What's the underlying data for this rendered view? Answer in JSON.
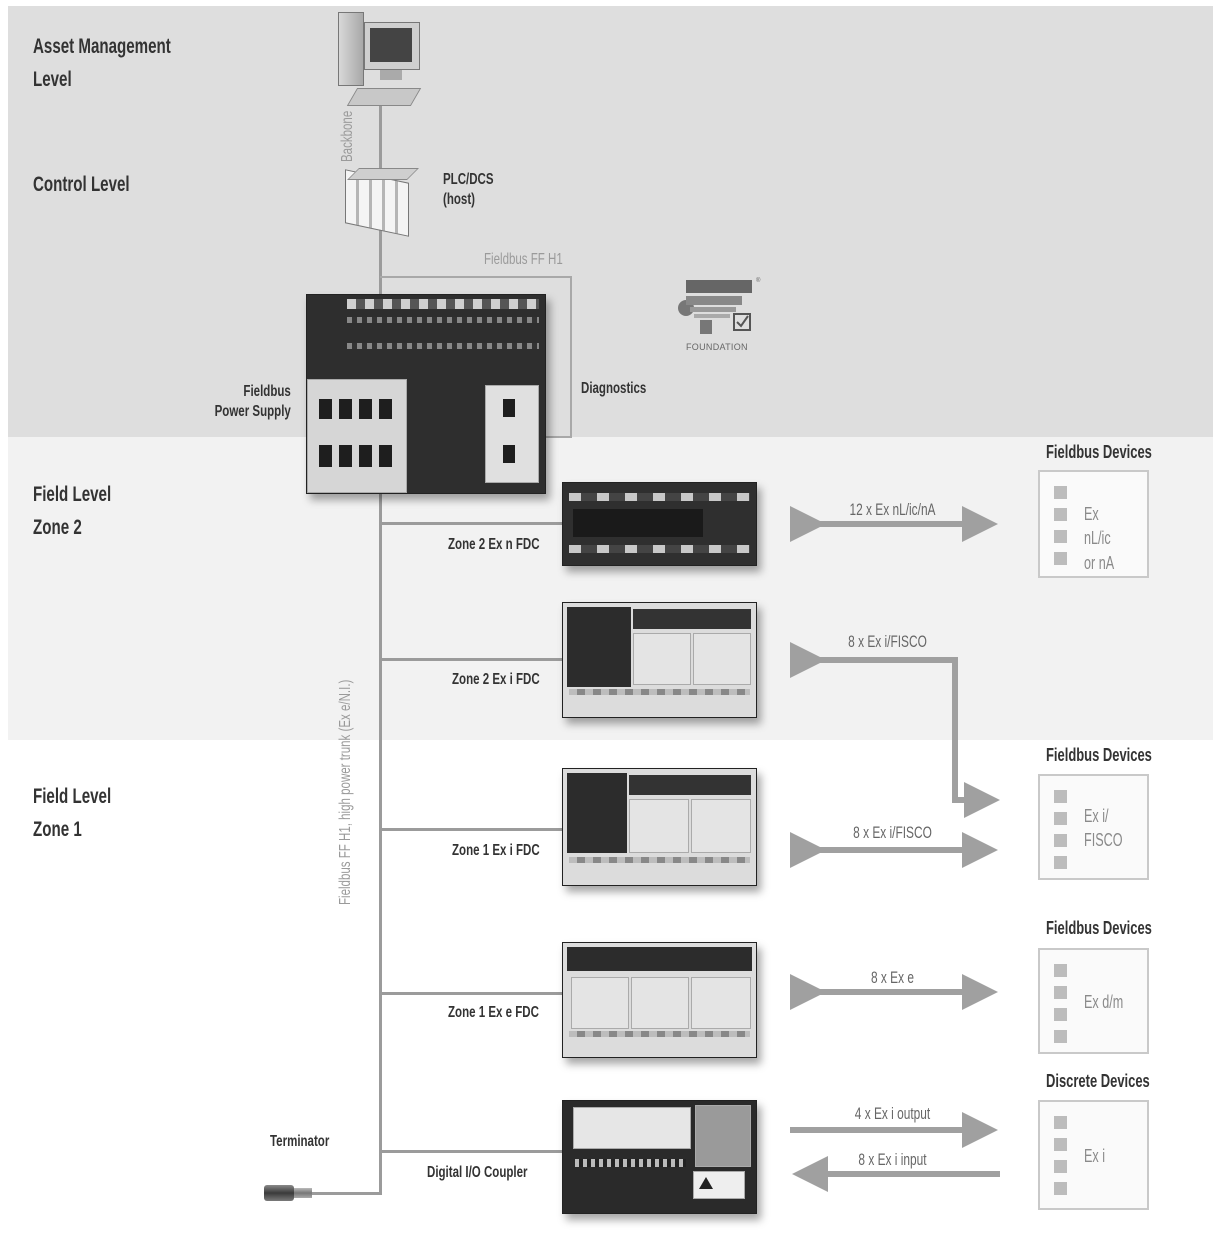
{
  "levels": {
    "asset_management": "Asset Management\nLevel",
    "control": "Control Level",
    "field_zone2": "Field Level\nZone 2",
    "field_zone1": "Field Level\nZone 1"
  },
  "labels": {
    "backbone": "Backbone",
    "plc": "PLC/DCS\n(host)",
    "fieldbus_ff_h1": "Fieldbus FF H1",
    "foundation": "FOUNDATION",
    "fieldbus_power_supply": "Fieldbus\nPower Supply",
    "diagnostics": "Diagnostics",
    "trunk": "Fieldbus FF H1, high power trunk (Ex e/N.I.)",
    "terminator": "Terminator"
  },
  "couplers": [
    {
      "label": "Zone 2 Ex n FDC"
    },
    {
      "label": "Zone 2 Ex i FDC"
    },
    {
      "label": "Zone 1 Ex i FDC"
    },
    {
      "label": "Zone 1 Ex e FDC"
    },
    {
      "label": "Digital I/O Coupler"
    }
  ],
  "arrows": {
    "a1": "12 x Ex nL/ic/nA",
    "a2": "8 x Ex i/FISCO",
    "a3": "8 x Ex i/FISCO",
    "a4": "8 x Ex e",
    "a5": "4 x Ex i output",
    "a6": "8 x Ex i input"
  },
  "device_groups": [
    {
      "heading": "Fieldbus Devices",
      "text": "Ex nL/ic\nor nA"
    },
    {
      "heading": "Fieldbus Devices",
      "text": "Ex i/\nFISCO"
    },
    {
      "heading": "Fieldbus Devices",
      "text": "Ex d/m"
    },
    {
      "heading": "Discrete Devices",
      "text": "Ex i"
    }
  ],
  "colors": {
    "band_top": "#dedede",
    "band_zone2": "#f2f2f2",
    "band_zone1": "#ffffff",
    "line": "#9b9b9b",
    "arrow": "#a0a0a0"
  }
}
